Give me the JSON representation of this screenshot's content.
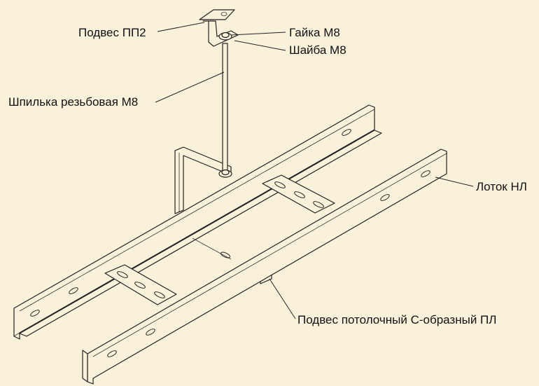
{
  "labels": {
    "hanger_pp2": "Подвес ПП2",
    "nut_m8": "Гайка М8",
    "washer_m8": "Шайба М8",
    "threaded_rod": "Шпилька резьбовая М8",
    "tray_nl": "Лоток НЛ",
    "ceiling_hanger": "Подвес потолочный С-образный ПЛ"
  }
}
